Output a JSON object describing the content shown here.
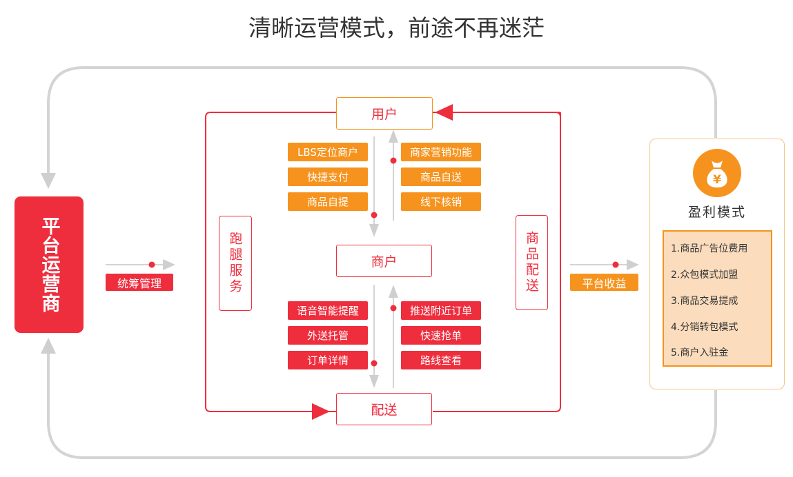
{
  "title": "清晰运营模式，前途不再迷茫",
  "platform": {
    "label": "平台运营商"
  },
  "left_tag": "统筹管理",
  "right_tag": "平台收益",
  "nodes": {
    "user": "用户",
    "merchant": "商户",
    "delivery": "配送"
  },
  "side_left": "跑腿服务",
  "side_right": "商品配送",
  "user_merchant": {
    "left": [
      "LBS定位商户",
      "快捷支付",
      "商品自提"
    ],
    "right": [
      "商家营销功能",
      "商品自送",
      "线下核销"
    ]
  },
  "merchant_delivery": {
    "left": [
      "语音智能提醒",
      "外送托管",
      "订单详情"
    ],
    "right": [
      "推送附近订单",
      "快速抢单",
      "路线查看"
    ]
  },
  "profit": {
    "icon_symbol": "¥",
    "title": "盈利模式",
    "items": [
      "1.商品广告位费用",
      "2.众包模式加盟",
      "3.商品交易提成",
      "4.分销转包模式",
      "5.商户入驻金"
    ]
  },
  "colors": {
    "red": "#ee2d3d",
    "orange": "#f6931e",
    "gray": "#d4d4d4",
    "peach": "#fbdcbd"
  }
}
